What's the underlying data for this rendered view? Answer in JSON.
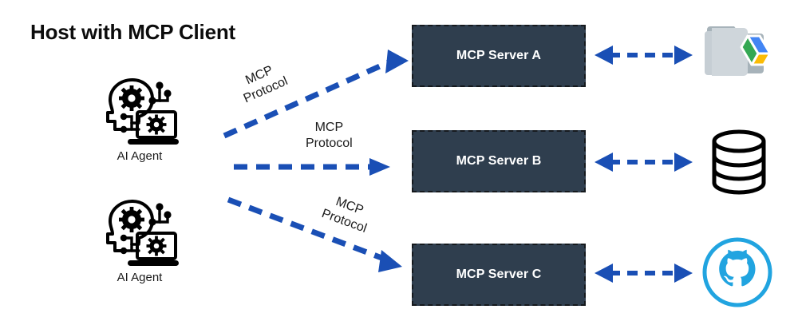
{
  "diagram": {
    "title": "Host with MCP Client",
    "background_color": "#ffffff",
    "accent_color": "#1a4fb5",
    "server_fill_color": "#2f3e4e",
    "server_border_color": "#15191d"
  },
  "agents": [
    {
      "label": "AI Agent",
      "icon": "ai-agent-icon"
    },
    {
      "label": "AI Agent",
      "icon": "ai-agent-icon"
    }
  ],
  "protocol_links": [
    {
      "line1": "MCP",
      "line2": "Protocol",
      "direction": "up-right",
      "target": "MCP Server A"
    },
    {
      "line1": "MCP",
      "line2": "Protocol",
      "direction": "right",
      "target": "MCP Server B"
    },
    {
      "line1": "MCP",
      "line2": "Protocol",
      "direction": "down-right",
      "target": "MCP Server C"
    }
  ],
  "servers": [
    {
      "label": "MCP Server A"
    },
    {
      "label": "MCP Server B"
    },
    {
      "label": "MCP Server C"
    }
  ],
  "resources": [
    {
      "name": "google-drive-icon",
      "colors": {
        "green": "#34a853",
        "blue": "#4285f4",
        "yellow": "#fbbc05",
        "folder": "#c3cbd1"
      }
    },
    {
      "name": "database-icon",
      "colors": {
        "stroke": "#000000"
      }
    },
    {
      "name": "github-icon",
      "colors": {
        "mark": "#21a4e0"
      }
    }
  ]
}
